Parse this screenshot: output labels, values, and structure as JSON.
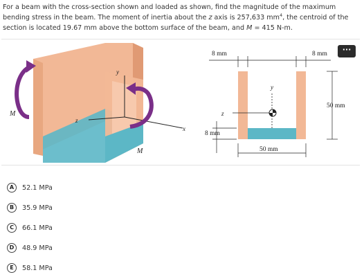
{
  "question": {
    "line1": "For a beam with the cross-section shown and loaded as shown, find the magnitude of the maximum bending stress in the beam.",
    "line2_a": "The moment of inertia about the ",
    "line2_z": "z",
    "line2_b": " axis is 257,633 mm",
    "line2_sup": "4",
    "line2_c": ", the centroid of the section is located 19.67 mm above the bottom surface of",
    "line3_a": "the beam, and ",
    "line3_m": "M",
    "line3_b": " = 415 N-m."
  },
  "figure": {
    "more_label": "···",
    "left_labels": {
      "M_left": "M",
      "M_bottom": "M",
      "y": "y",
      "z": "z",
      "x": "x"
    },
    "right_labels": {
      "dim_top_left": "8 mm",
      "dim_top_right": "8 mm",
      "dim_height": "50 mm",
      "dim_bottom_thickness": "8 mm",
      "dim_width": "50 mm",
      "y": "y",
      "z": "z"
    },
    "colors": {
      "beam": "#f2b896",
      "beam_dark": "#e09a74",
      "flange": "#5cb7c6",
      "arrow": "#7a2f88"
    }
  },
  "choices": [
    {
      "letter": "A",
      "text": "52.1 MPa"
    },
    {
      "letter": "B",
      "text": "35.9 MPa"
    },
    {
      "letter": "C",
      "text": "66.1 MPa"
    },
    {
      "letter": "D",
      "text": "48.9 MPa"
    },
    {
      "letter": "E",
      "text": "58.1 MPa"
    }
  ]
}
